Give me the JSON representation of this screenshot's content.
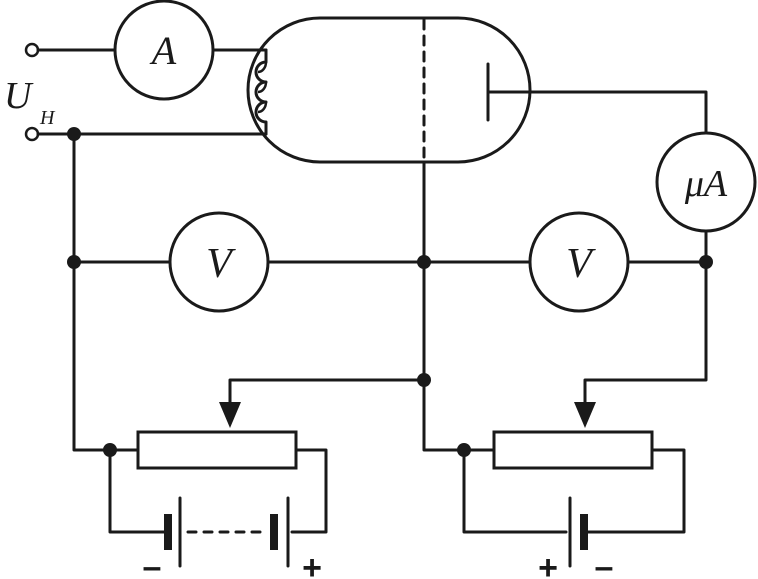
{
  "labels": {
    "supply_main": "U",
    "supply_sub": "H",
    "ammeter": "A",
    "voltmeter_left": "V",
    "voltmeter_right": "V",
    "microammeter": "μA",
    "left_battery_neg": "–",
    "left_battery_pos": "+",
    "right_battery_pos": "+",
    "right_battery_neg": "–"
  }
}
